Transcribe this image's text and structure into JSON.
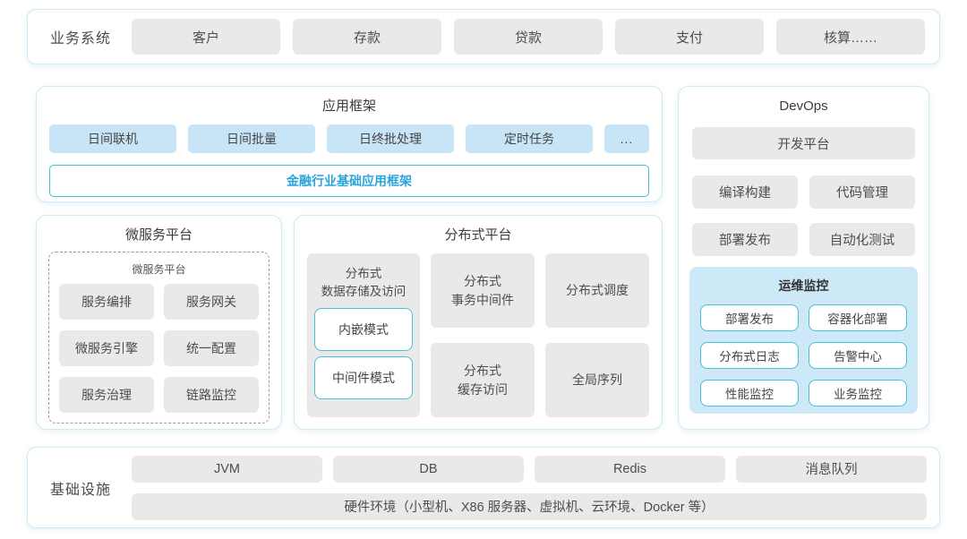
{
  "colors": {
    "accent_teal_border": "#47c1d8",
    "accent_blue_text": "#2ba4dc",
    "box_gray": "#e9e9ea",
    "box_light_blue": "#c7e5f7",
    "monitor_bg": "#cde9f8",
    "panel_border": "#cfeaf2"
  },
  "business": {
    "label": "业务系统",
    "items": [
      "客户",
      "存款",
      "贷款",
      "支付",
      "核算……"
    ]
  },
  "app_framework": {
    "title": "应用框架",
    "items": [
      "日间联机",
      "日间批量",
      "日终批处理",
      "定时任务",
      "..."
    ],
    "base_label": "金融行业基础应用框架"
  },
  "devops": {
    "title": "DevOps",
    "platform": "开发平台",
    "items": [
      "编译构建",
      "代码管理",
      "部署发布",
      "自动化测试"
    ],
    "monitor": {
      "title": "运维监控",
      "items": [
        "部署发布",
        "容器化部署",
        "分布式日志",
        "告警中心",
        "性能监控",
        "业务监控"
      ]
    }
  },
  "microservice": {
    "title": "微服务平台",
    "inner_title": "微服务平台",
    "items": [
      "服务编排",
      "服务网关",
      "微服务引擎",
      "统一配置",
      "服务治理",
      "链路监控"
    ]
  },
  "distributed": {
    "title": "分布式平台",
    "storage": {
      "title": "分布式\n数据存储及访问",
      "modes": [
        "内嵌模式",
        "中间件模式"
      ]
    },
    "cells": [
      "分布式\n事务中间件",
      "分布式调度",
      "分布式\n缓存访问",
      "全局序列"
    ]
  },
  "infrastructure": {
    "label": "基础设施",
    "items": [
      "JVM",
      "DB",
      "Redis",
      "消息队列"
    ],
    "hardware": "硬件环境（小型机、X86 服务器、虚拟机、云环境、Docker 等）"
  }
}
